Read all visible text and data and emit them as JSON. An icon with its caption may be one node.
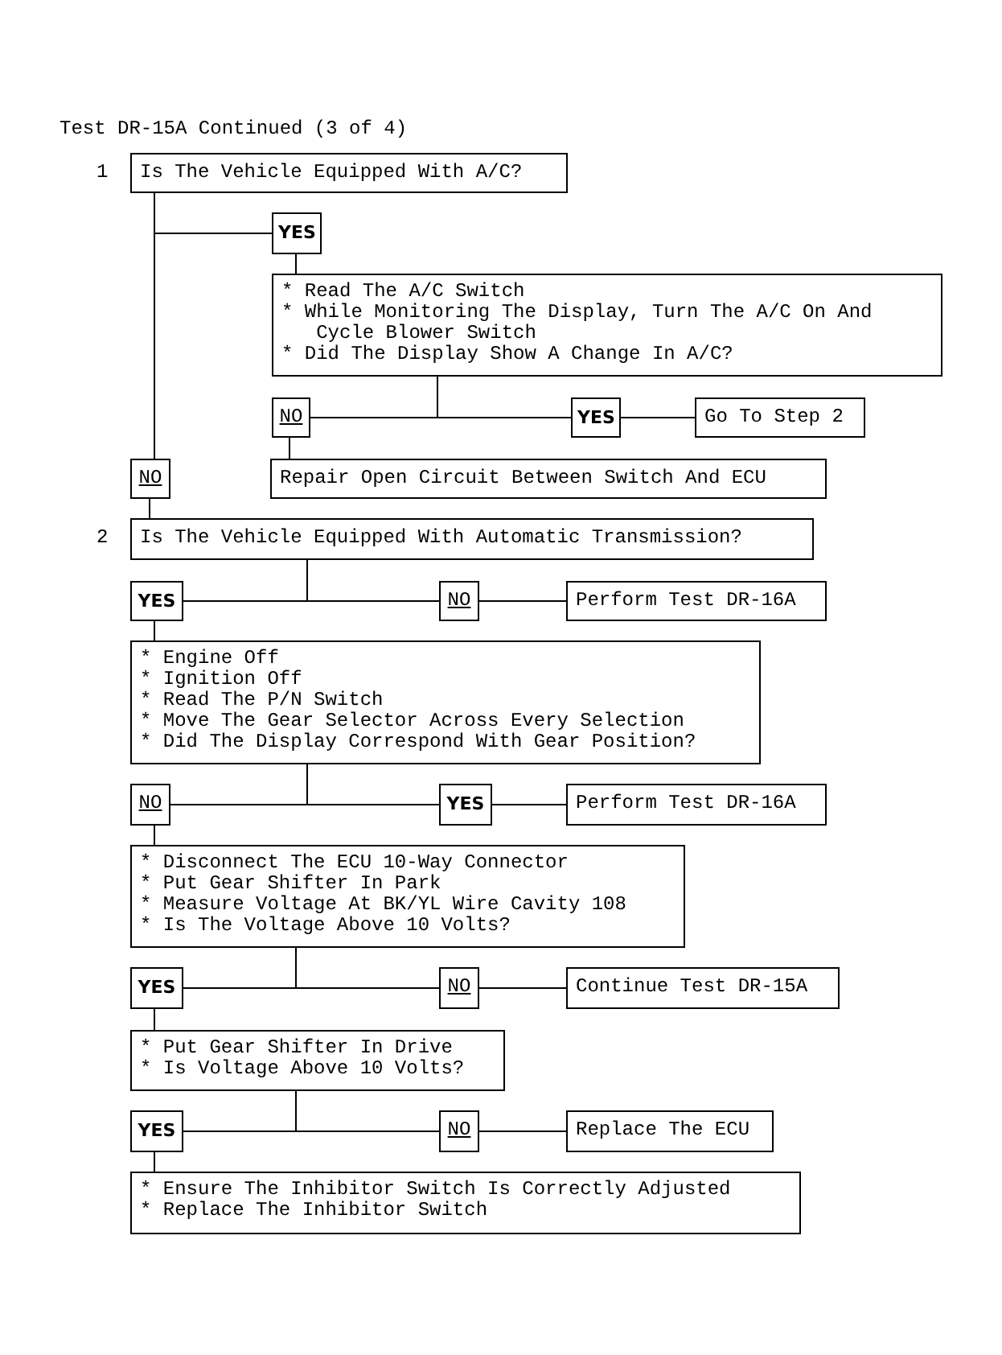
{
  "diagram": {
    "title": "Test DR-15A Continued (3 of 4)",
    "nodes": [
      {
        "text": [
          "Is The Vehicle Equipped With A/C?"
        ],
        "beside": [
          "1"
        ]
      },
      {
        "text": [
          "YES"
        ]
      },
      {
        "text": [
          "* Read The A/C Switch",
          "* While Monitoring The Display, Turn The A/C On And Cycle Blower Switch",
          "* Did The Display Show A Change In A/C?"
        ]
      },
      {
        "text": [
          "NO"
        ]
      },
      {
        "text": [
          "YES"
        ]
      },
      {
        "text": [
          "Go To Step 2"
        ]
      },
      {
        "text": [
          "NO"
        ]
      },
      {
        "text": [
          "Repair Open Circuit Between Switch And ECU"
        ]
      },
      {
        "text": [
          "Is The Vehicle Equipped With Automatic Transmission?"
        ],
        "beside": [
          "2"
        ]
      },
      {
        "text": [
          "YES"
        ]
      },
      {
        "text": [
          "NO"
        ]
      },
      {
        "text": [
          "Perform Test DR-16A"
        ]
      },
      {
        "text": [
          "* Engine Off",
          "* Ignition Off",
          "* Read The P/N Switch",
          "* Move The Gear Selector Across Every Selection",
          "* Did The Display Correspond With Gear Position?"
        ]
      },
      {
        "text": [
          "NO"
        ]
      },
      {
        "text": [
          "YES"
        ]
      },
      {
        "text": [
          "Perform Test DR-16A"
        ]
      },
      {
        "text": [
          "* Disconnect The ECU 10-Way Connector",
          "* Put Gear Shifter In Park",
          "* Measure Voltage At BK/YL Wire Cavity 108",
          "* Is The Voltage Above 10 Volts?"
        ]
      },
      {
        "text": [
          "YES"
        ]
      },
      {
        "text": [
          "NO"
        ]
      },
      {
        "text": [
          "Continue Test DR-15A"
        ]
      },
      {
        "text": [
          "* Put Gear Shifter In Drive",
          "* Is Voltage Above 10 Volts?"
        ]
      },
      {
        "text": [
          "YES"
        ]
      },
      {
        "text": [
          "NO"
        ]
      },
      {
        "text": [
          "Replace The ECU"
        ]
      },
      {
        "text": [
          "* Ensure The Inhibitor Switch Is Correctly Adjusted",
          "* Replace The Inhibitor Switch"
        ]
      }
    ],
    "edges": [
      {
        "from": 0,
        "to": 1,
        "arrow": "none"
      },
      {
        "from": 0,
        "to": 6,
        "arrow": "none"
      },
      {
        "from": 1,
        "to": 2,
        "arrow": "none"
      },
      {
        "from": 2,
        "to": 3,
        "arrow": "none"
      },
      {
        "from": 2,
        "to": 4,
        "arrow": "none"
      },
      {
        "from": 4,
        "to": 5,
        "arrow": "none"
      },
      {
        "from": 3,
        "to": 7,
        "arrow": "none"
      },
      {
        "from": 6,
        "to": 8,
        "arrow": "none"
      },
      {
        "from": 8,
        "to": 9,
        "arrow": "none"
      },
      {
        "from": 8,
        "to": 10,
        "arrow": "none"
      },
      {
        "from": 10,
        "to": 11,
        "arrow": "none"
      },
      {
        "from": 9,
        "to": 12,
        "arrow": "none"
      },
      {
        "from": 12,
        "to": 13,
        "arrow": "none"
      },
      {
        "from": 12,
        "to": 14,
        "arrow": "none"
      },
      {
        "from": 14,
        "to": 15,
        "arrow": "none"
      },
      {
        "from": 13,
        "to": 16,
        "arrow": "none"
      },
      {
        "from": 16,
        "to": 17,
        "arrow": "none"
      },
      {
        "from": 16,
        "to": 18,
        "arrow": "none"
      },
      {
        "from": 18,
        "to": 19,
        "arrow": "none"
      },
      {
        "from": 17,
        "to": 20,
        "arrow": "none"
      },
      {
        "from": 20,
        "to": 21,
        "arrow": "none"
      },
      {
        "from": 20,
        "to": 22,
        "arrow": "none"
      },
      {
        "from": 22,
        "to": 23,
        "arrow": "none"
      },
      {
        "from": 21,
        "to": 24,
        "arrow": "none"
      }
    ]
  }
}
